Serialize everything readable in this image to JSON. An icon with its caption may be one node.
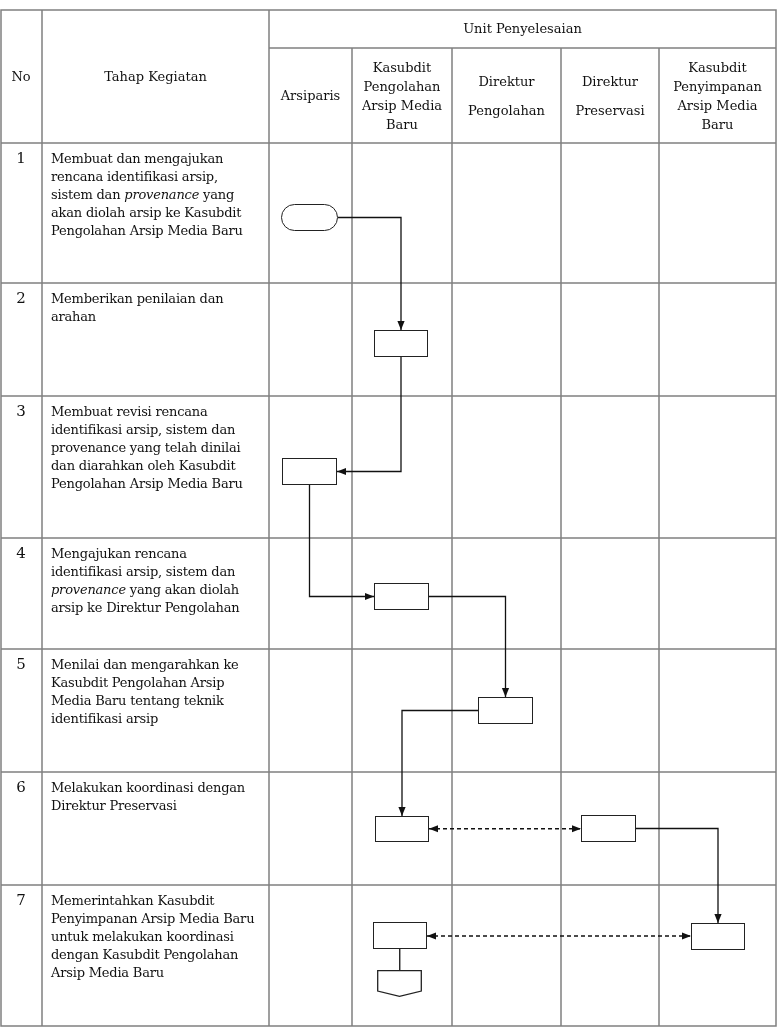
{
  "diagram": {
    "nodes": [
      {
        "text": [],
        "shape": "oval"
      },
      {
        "text": [],
        "shape": "box"
      },
      {
        "text": [],
        "shape": "box"
      },
      {
        "text": [],
        "shape": "box"
      },
      {
        "text": [],
        "shape": "box"
      },
      {
        "text": [],
        "shape": "box"
      },
      {
        "text": [],
        "shape": "box"
      },
      {
        "text": [],
        "shape": "box"
      },
      {
        "text": [],
        "shape": "box"
      },
      {
        "text": [],
        "shape": "pentagon"
      }
    ],
    "edges": [
      {
        "from": 0,
        "to": 1,
        "arrow": "to"
      },
      {
        "from": 1,
        "to": 2,
        "arrow": "to"
      },
      {
        "from": 2,
        "to": 3,
        "arrow": "to"
      },
      {
        "from": 3,
        "to": 4,
        "arrow": "to"
      },
      {
        "from": 4,
        "to": 5,
        "arrow": "to"
      },
      {
        "from": 5,
        "to": 6,
        "arrow": "both",
        "style": "dashed"
      },
      {
        "from": 6,
        "to": 8,
        "arrow": "to"
      },
      {
        "from": 7,
        "to": 8,
        "arrow": "both",
        "style": "dashed"
      },
      {
        "from": 7,
        "to": 9,
        "arrow": "none"
      }
    ],
    "labels": [
      "No",
      "Tahap Kegiatan",
      "Unit Penyelesaian",
      "Arsiparis",
      "Kasubdit Pengolahan Arsip Media Baru",
      "Direktur Pengolahan",
      "Direktur Preservasi",
      "Kasubdit Penyimpanan Arsip Media Baru",
      "1",
      "Membuat dan mengajukan rencana identifikasi arsip, sistem dan *provenance* yang akan diolah arsip ke Kasubdit Pengolahan Arsip Media Baru",
      "2",
      "Memberikan penilaian dan arahan",
      "3",
      "Membuat revisi rencana identifikasi arsip, sistem dan provenance yang telah dinilai dan diarahkan oleh Kasubdit Pengolahan Arsip Media Baru",
      "4",
      "Mengajukan rencana identifikasi arsip, sistem dan *provenance* yang akan diolah arsip ke Direktur Pengolahan",
      "5",
      "Menilai dan mengarahkan ke Kasubdit Pengolahan Arsip Media Baru tentang teknik identifikasi arsip",
      "6",
      "Melakukan koordinasi dengan Direktur Preservasi",
      "7",
      "Memerintahkan Kasubdit Penyimpanan Arsip Media Baru untuk melakukan koordinasi dengan Kasubdit Pengolahan Arsip Media Baru"
    ]
  }
}
